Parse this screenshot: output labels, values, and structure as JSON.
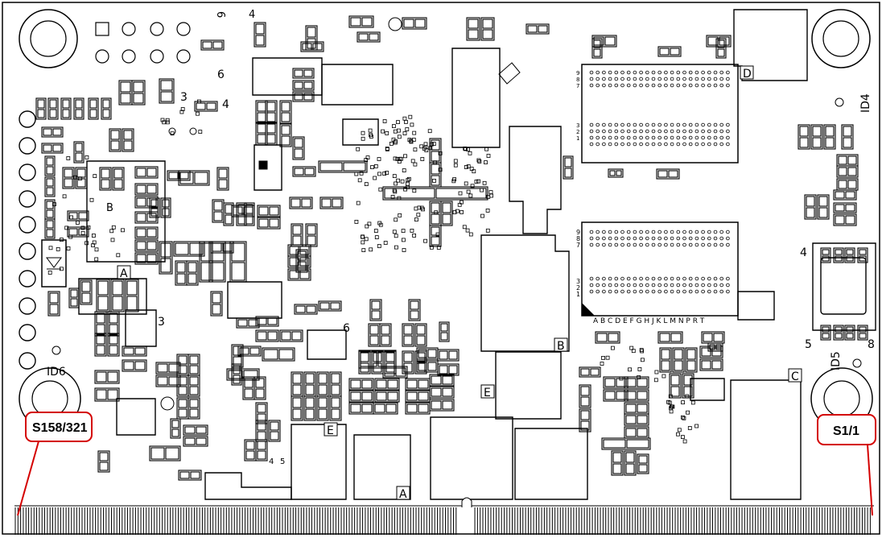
{
  "callouts": {
    "left": "S158/321",
    "right": "S1/1"
  },
  "ids": {
    "id4": "ID4",
    "id5": "ID5",
    "id6": "ID6"
  },
  "markers": {
    "A": "A",
    "B": "B",
    "C": "C",
    "D": "D",
    "E": "E"
  },
  "pin_numbers": {
    "top_right_4": "4",
    "bottom_right_5": "5",
    "bottom_right_8": "8",
    "top_ic_6": "6",
    "top_ic_3": "3",
    "top_ic_4": "4",
    "left_ic_6": "6",
    "left_ic_3": "3",
    "left_ic_4": "4",
    "mid_3": "3",
    "mid_6": "6",
    "mid_4": "4",
    "mid_5": "5"
  },
  "bga_rows_top": [
    "9",
    "8",
    "7",
    "3",
    "2",
    "1"
  ],
  "bga_cols_bottom": "A B C D E F G H J K L M N P R T",
  "colors": {
    "outline": "#000000",
    "callout": "#d40000",
    "fill": "#ffffff"
  }
}
